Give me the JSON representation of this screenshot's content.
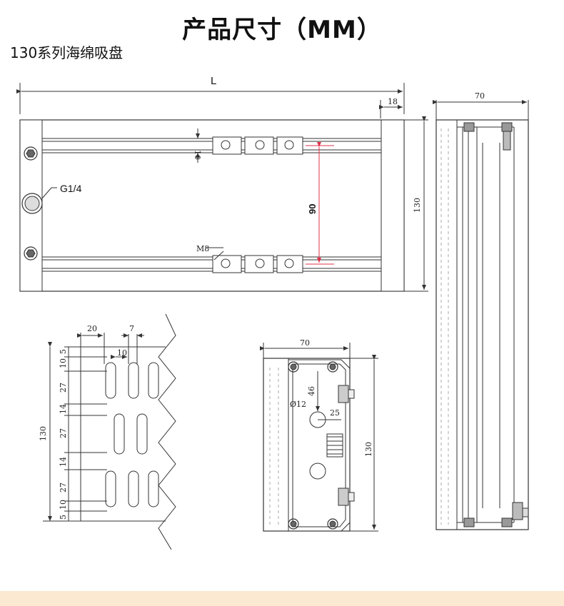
{
  "header": {
    "title": "产品尺寸（MM）",
    "subtitle": "130系列海绵吸盘"
  },
  "top_view": {
    "length_label": "L",
    "end_width_label": "18",
    "rail_height_label": "10",
    "rail_spacing_label": "90",
    "port_label": "G1/4",
    "thread_label": "M8"
  },
  "side_view": {
    "width_label": "70",
    "height_label": "130"
  },
  "hole_pattern": {
    "col_pitch_label": "20",
    "slot_width_label": "7",
    "slot_gap_label": "10",
    "height_label": "130",
    "row_labels": [
      "5",
      "10",
      "27",
      "14",
      "27",
      "14",
      "27",
      "10",
      "5"
    ]
  },
  "end_view": {
    "width_label": "70",
    "height_label": "130",
    "offset_label": "46",
    "hole_dia_label": "Ø12",
    "hole_offset_label": "25"
  },
  "colors": {
    "line": "#333333",
    "dim_red": "#e0304a",
    "footer": "#fbe9d2"
  }
}
